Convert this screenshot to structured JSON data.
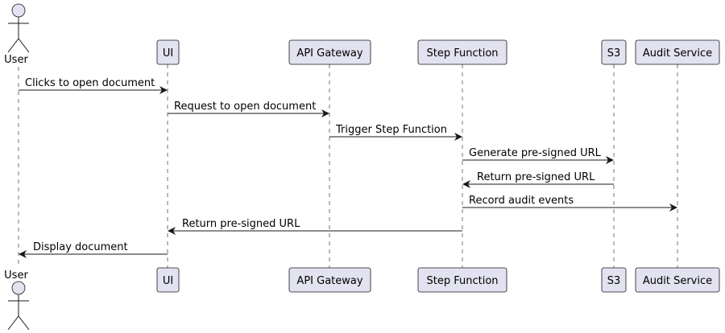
{
  "diagram": {
    "participants": [
      {
        "id": "user",
        "label": "User",
        "kind": "actor"
      },
      {
        "id": "ui",
        "label": "UI",
        "kind": "participant"
      },
      {
        "id": "gateway",
        "label": "API Gateway",
        "kind": "participant"
      },
      {
        "id": "stepfn",
        "label": "Step Function",
        "kind": "participant"
      },
      {
        "id": "s3",
        "label": "S3",
        "kind": "participant"
      },
      {
        "id": "audit",
        "label": "Audit Service",
        "kind": "participant"
      }
    ],
    "messages": [
      {
        "from": "user",
        "to": "ui",
        "label": "Clicks to open document"
      },
      {
        "from": "ui",
        "to": "gateway",
        "label": "Request to open document"
      },
      {
        "from": "gateway",
        "to": "stepfn",
        "label": "Trigger Step Function"
      },
      {
        "from": "stepfn",
        "to": "s3",
        "label": "Generate pre-signed URL"
      },
      {
        "from": "s3",
        "to": "stepfn",
        "label": "Return pre-signed URL"
      },
      {
        "from": "stepfn",
        "to": "audit",
        "label": "Record audit events"
      },
      {
        "from": "stepfn",
        "to": "ui",
        "label": "Return pre-signed URL"
      },
      {
        "from": "ui",
        "to": "user",
        "label": "Display document"
      }
    ],
    "colors": {
      "participant_fill": "#e2e2f0",
      "stroke": "#181818",
      "text": "#000000"
    }
  }
}
